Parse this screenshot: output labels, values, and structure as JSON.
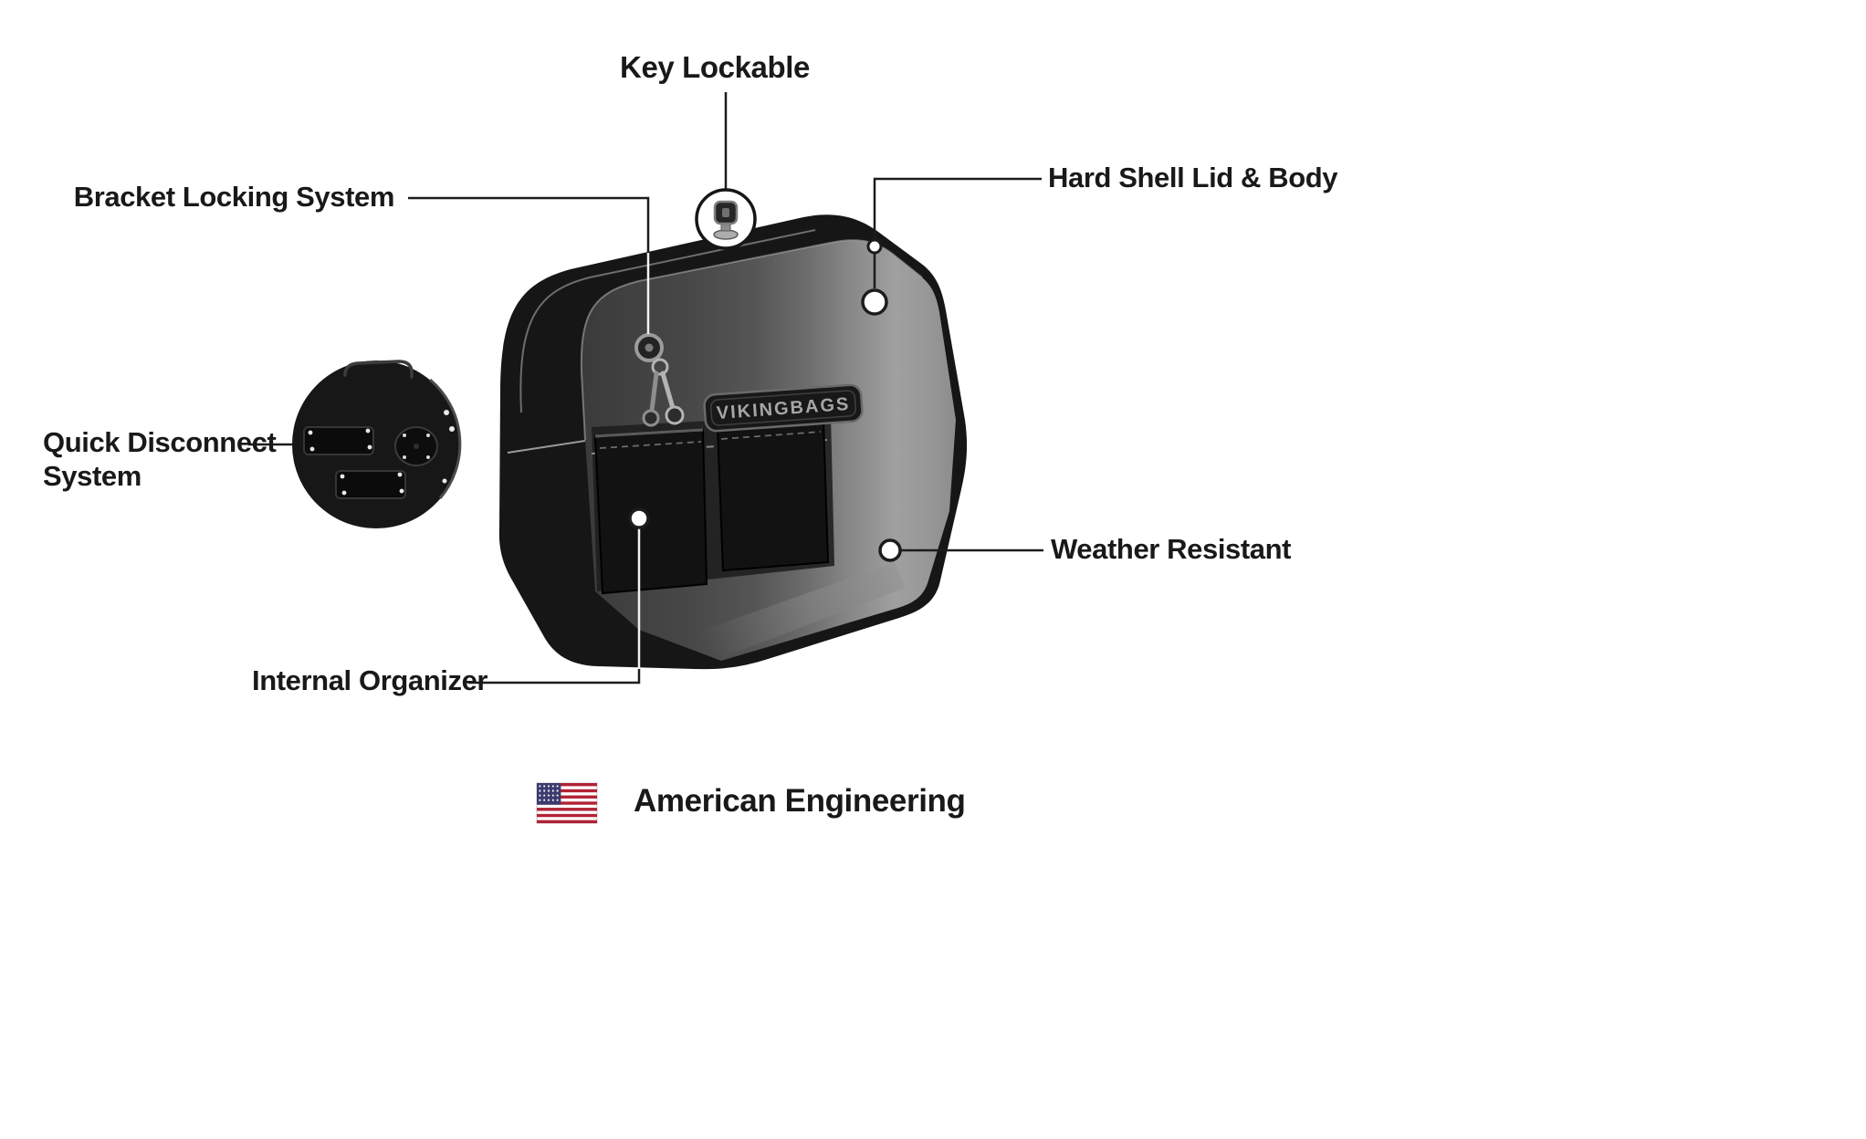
{
  "callouts": {
    "key_lockable": "Key Lockable",
    "bracket_locking_system": "Bracket Locking System",
    "hard_shell_lid_body": "Hard Shell Lid & Body",
    "quick_disconnect": {
      "line1": "Quick Disconnect",
      "line2": "System"
    },
    "weather_resistant": "Weather Resistant",
    "internal_organizer": "Internal Organizer"
  },
  "footer": {
    "american_engineering": "American Engineering"
  },
  "product": {
    "badge_text": "VIKINGBAGS"
  },
  "icons": {
    "flag": "us-flag-icon",
    "key": "key-lock-icon",
    "quick_disconnect_detail": "rear-bracket-detail"
  },
  "colors": {
    "text": "#1a1a1a",
    "callout_line": "#1c1c1c",
    "bag_body": "#161616",
    "lid_interior_light": "#9f9f9f",
    "flag_red": "#b22234",
    "flag_blue": "#3c3b6e",
    "background": "#ffffff"
  }
}
